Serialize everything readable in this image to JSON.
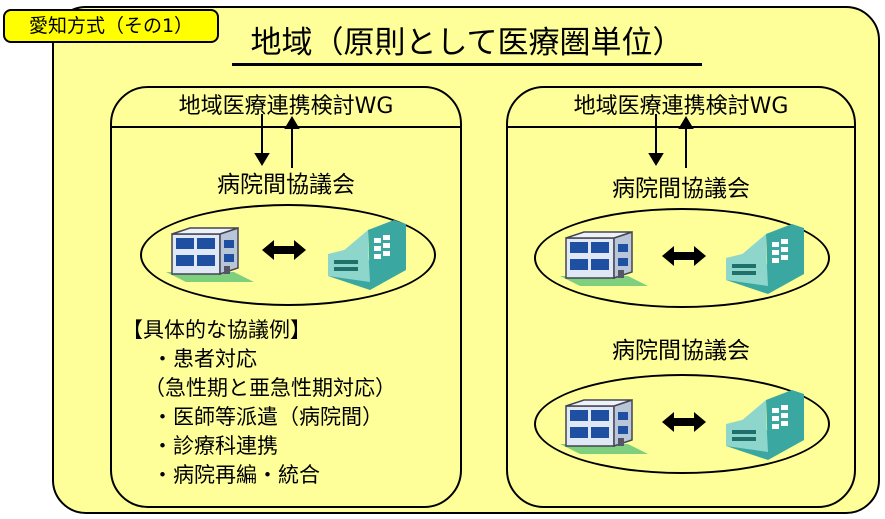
{
  "tag_label": "愛知方式（その1）",
  "region_title": "地域（原則として医療圏単位）",
  "left_panel": {
    "wg_label": "地域医療連携検討WG",
    "council_label": "病院間協議会",
    "examples": {
      "heading": "【具体的な協議例】",
      "items": [
        "・患者対応",
        "（急性期と亜急性期対応）",
        "・医師等派遣（病院間）",
        "・診療科連携",
        "・病院再編・統合"
      ]
    }
  },
  "right_panel": {
    "wg_label": "地域医療連携検討WG",
    "councils": [
      {
        "label": "病院間協議会"
      },
      {
        "label": "病院間協議会"
      }
    ]
  },
  "colors": {
    "region_fill": "#ffff99",
    "tag_fill": "#ffff00",
    "hospital_teal": "#3aa8a0",
    "building_blue": "#1f4fa0"
  }
}
